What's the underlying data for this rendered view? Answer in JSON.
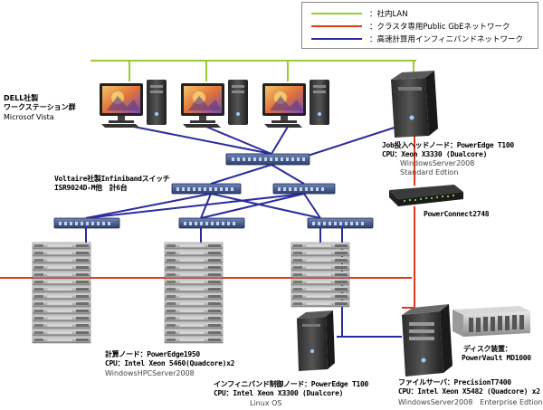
{
  "legend": {
    "items": [
      {
        "label": "：社内LAN",
        "color": "#9acd32"
      },
      {
        "label": "：クラスタ専用Public GbEネットワーク",
        "color": "#e03a1e"
      },
      {
        "label": "：高速計算用インフィニバンドネットワーク",
        "color": "#2b2b9e"
      }
    ]
  },
  "workstations": {
    "title": "DELL社製",
    "subtitle": "ワークステーション群",
    "os": "Microsof Vista"
  },
  "head_node": {
    "title": "Job投入ヘッドノード：PowerEdge T100",
    "cpu": "CPU：Xeon X3330 (Dualcore)",
    "os_line1": "WindowsServer2008",
    "os_line2": "Standard Edtion"
  },
  "ib_switch": {
    "title": "Voltaire社製Infinibandスイッチ",
    "model": "ISR9024D-M他　計6台"
  },
  "gbe_switch": {
    "label": "PowerConnect2748"
  },
  "compute_nodes": {
    "title": "計算ノード：PowerEdge1950",
    "cpu": "CPU：Intel Xeon 5460(Quadcore)x2",
    "os": "WindowsHPCServer2008"
  },
  "ib_control_node": {
    "title": "インフィニバンド制御ノード：PowerEdge T100",
    "cpu": "CPU：Intel Xeon X3300 (Dualcore)",
    "os": "Linux OS"
  },
  "disk": {
    "title": "ディスク装置：",
    "model": "PowerVault MD1000"
  },
  "file_server": {
    "title": "ファイルサーバ：PrecisionT7400",
    "cpu": "CPU：Intel Xeon X5482 (Quadcore) x2",
    "os": "WindowsServer2008　Enterprise Edtion"
  },
  "colors": {
    "lan": "#9acd32",
    "gbe": "#e03a1e",
    "infiniband": "#2b2b9e"
  }
}
